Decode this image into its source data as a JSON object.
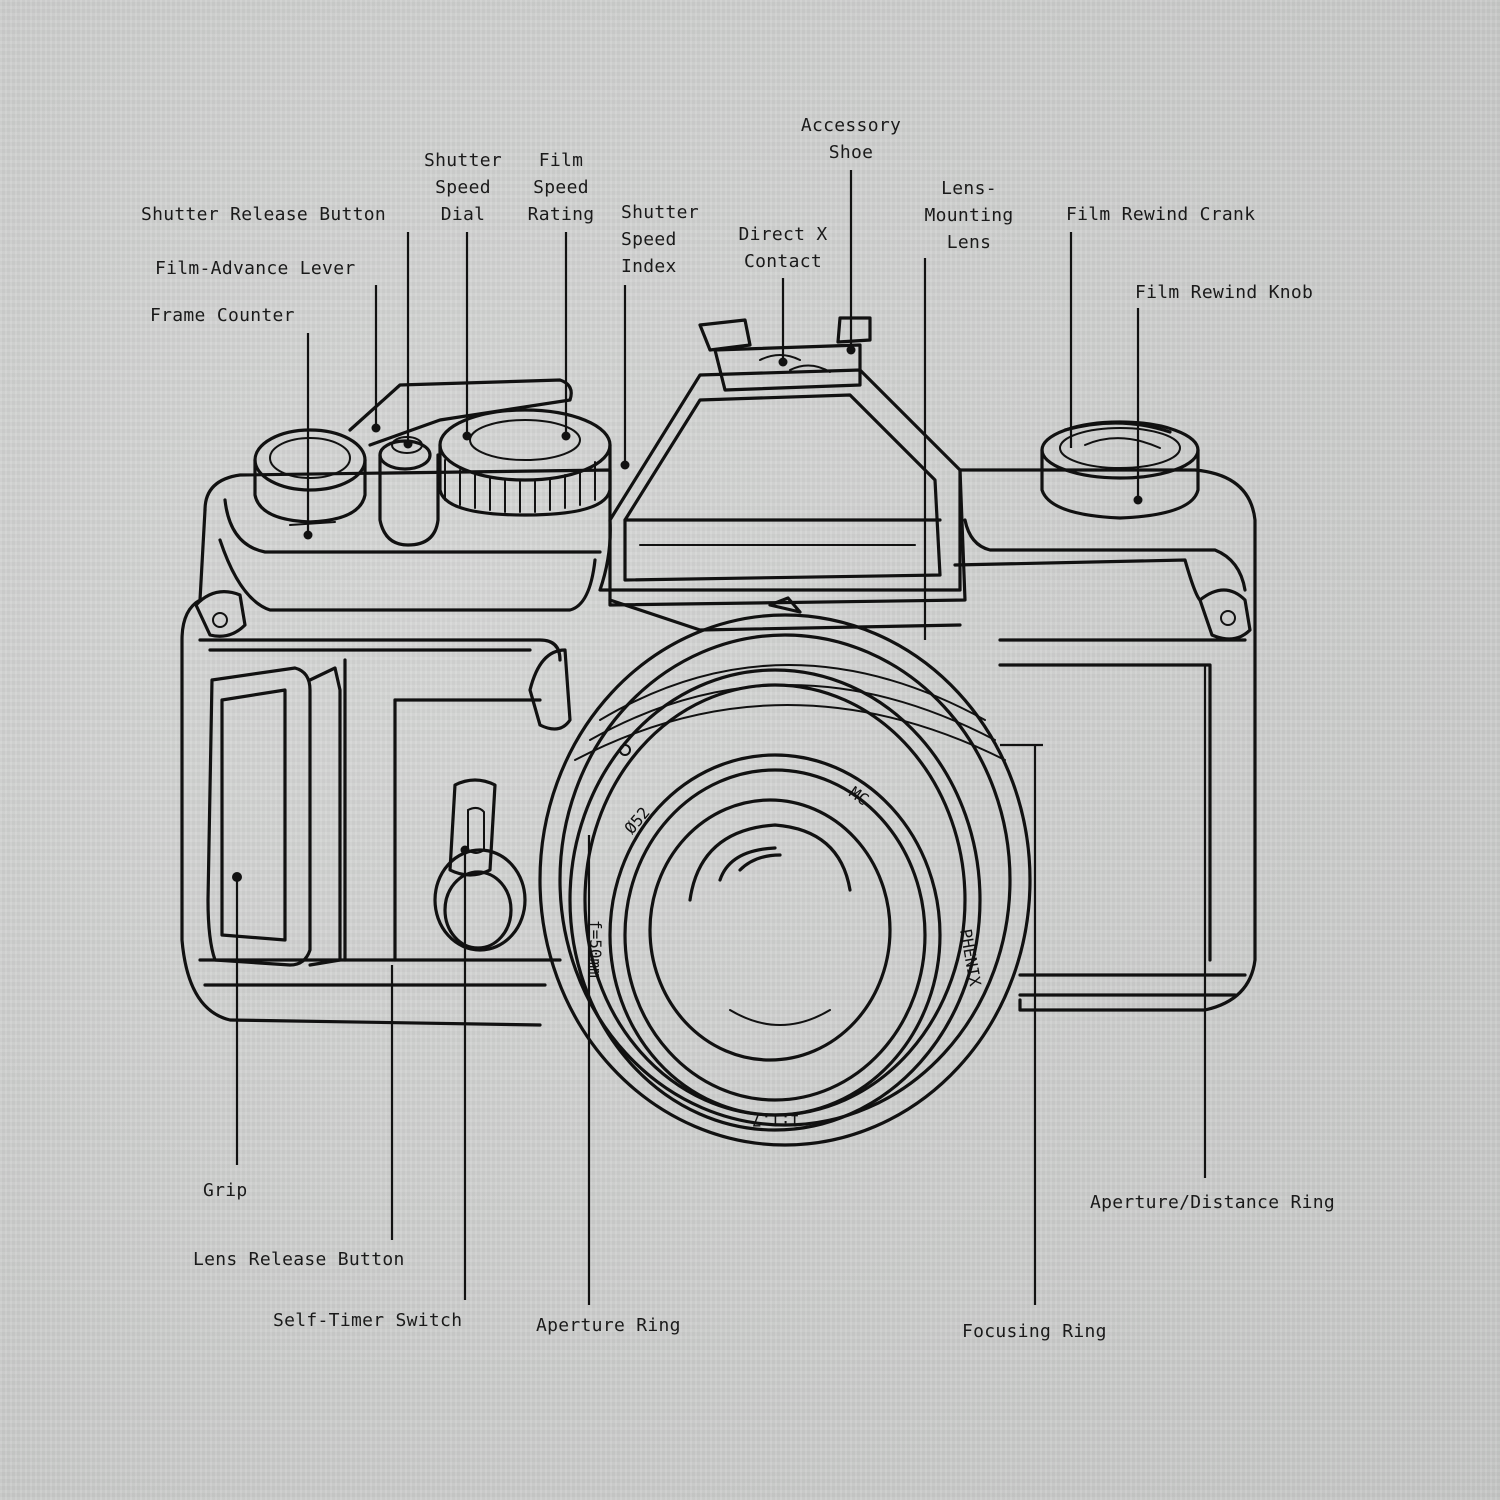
{
  "labels": {
    "shutter_release_button": "Shutter Release Button",
    "film_advance_lever": "Film-Advance Lever",
    "frame_counter": "Frame Counter",
    "shutter_speed_dial": [
      "Shutter",
      "Speed",
      "Dial"
    ],
    "film_speed_rating": [
      "Film",
      "Speed",
      "Rating"
    ],
    "shutter_speed_index": [
      "Shutter",
      "Speed",
      "Index"
    ],
    "direct_x_contact": [
      "Direct X",
      "Contact"
    ],
    "accessory_shoe": [
      "Accessory",
      "Shoe"
    ],
    "lens_mounting_lens": [
      "Lens-",
      "Mounting",
      "Lens"
    ],
    "film_rewind_crank": "Film Rewind Crank",
    "film_rewind_knob": "Film Rewind Knob",
    "grip": "Grip",
    "lens_release_button": "Lens Release Button",
    "self_timer_switch": "Self-Timer Switch",
    "aperture_ring": "Aperture Ring",
    "aperture_distance_ring": "Aperture/Distance Ring",
    "focusing_ring": "Focusing Ring"
  },
  "lens_markings": {
    "filter": "Ø52",
    "mc": "MC",
    "brand": "PHENIX",
    "focal": "f=50mm",
    "ratio": "1:1.7"
  },
  "colors": {
    "ink": "#111111",
    "background": "#cfd0cf"
  }
}
